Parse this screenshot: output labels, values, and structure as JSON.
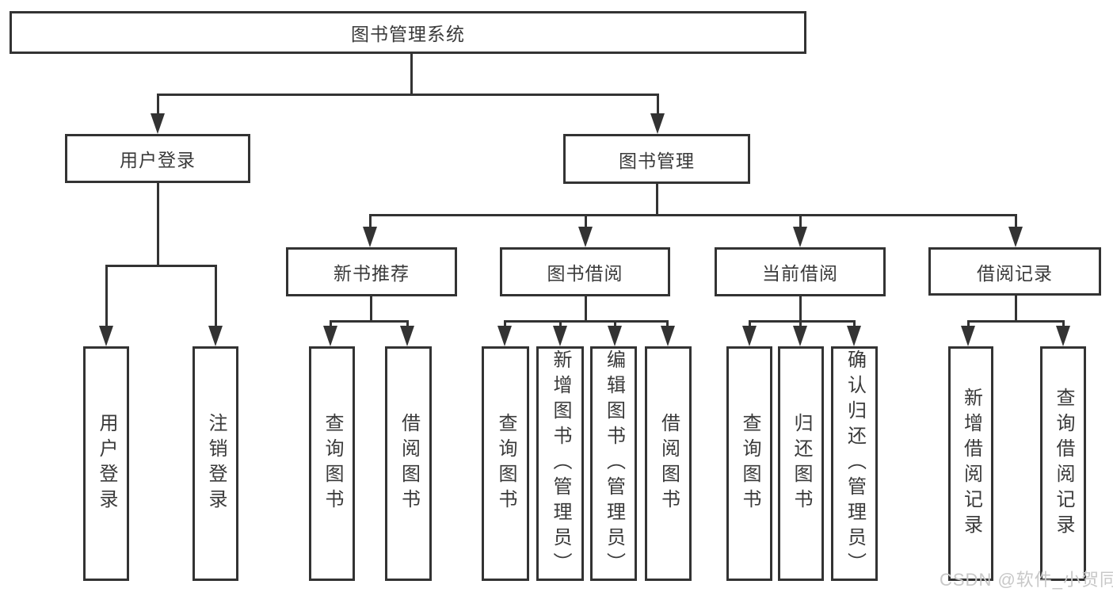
{
  "watermark": "CSDN @软件_小贺同学",
  "colors": {
    "line": "#333333",
    "text": "#3a3a3a",
    "background": "#ffffff",
    "watermark": "#c8c8c8"
  },
  "nodes": {
    "root": "图书管理系统",
    "user_login": "用户登录",
    "book_management": "图书管理",
    "user_login_leaf": "用户登录",
    "logout_leaf": "注销登录",
    "new_book_recommend": "新书推荐",
    "book_borrowing": "图书借阅",
    "current_borrowing": "当前借阅",
    "borrowing_records": "借阅记录",
    "recommend_query_books": "查询图书",
    "recommend_borrow_books": "借阅图书",
    "borrowing_query_books": "查询图书",
    "borrowing_add_books": "新增图书（管理员）",
    "borrowing_edit_books": "编辑图书（管理员）",
    "borrowing_borrow_books": "借阅图书",
    "current_query_books": "查询图书",
    "current_return_books": "归还图书",
    "current_confirm_return": "确认归还（管理员）",
    "records_add_record": "新增借阅记录",
    "records_query_record": "查询借阅记录"
  }
}
